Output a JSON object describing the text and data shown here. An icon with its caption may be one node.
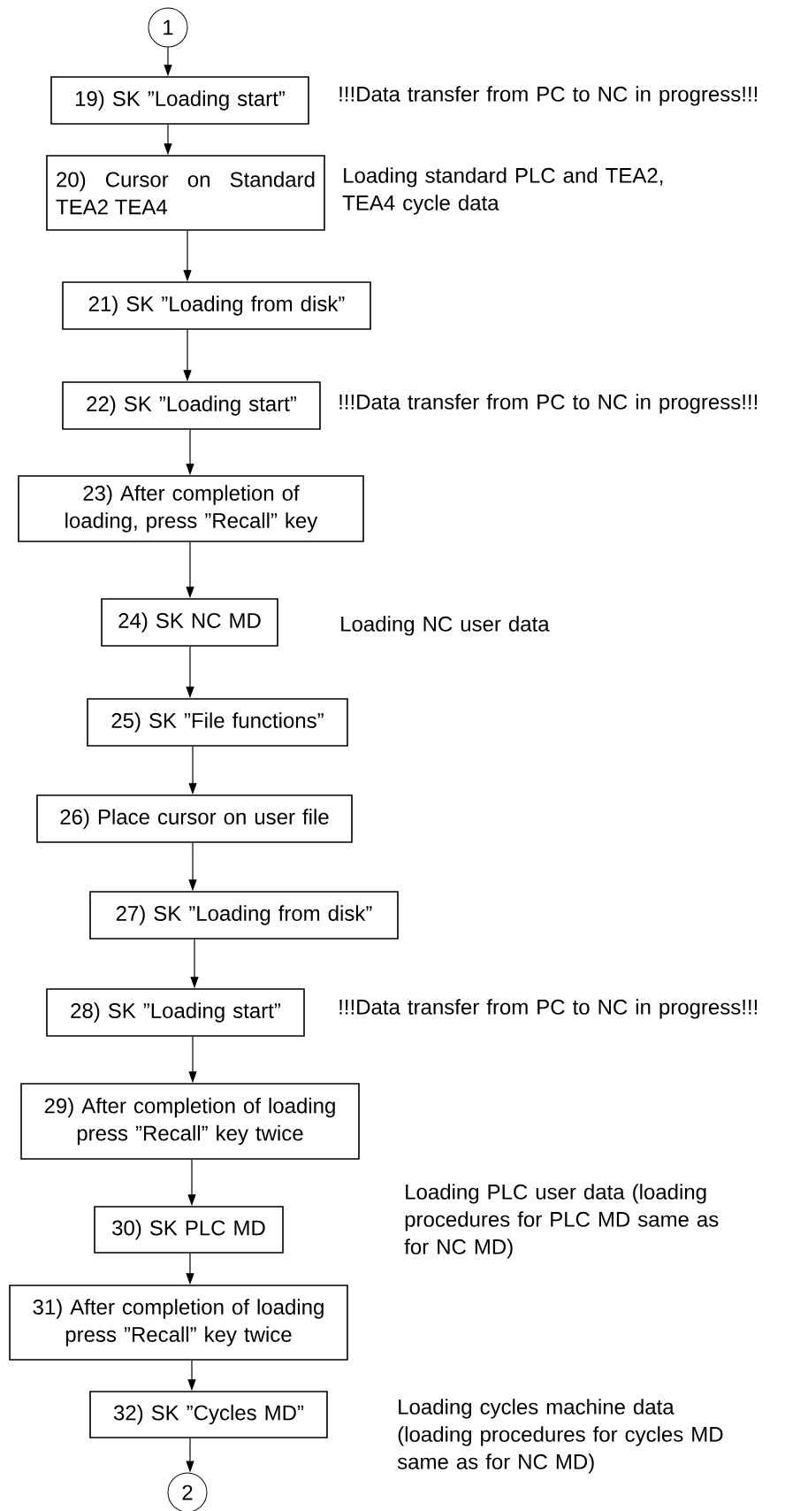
{
  "diagram": {
    "nodes": [
      {
        "text": [
          "1"
        ]
      },
      {
        "text": [
          "19) SK ”Loading start”"
        ],
        "beside": [
          "!!!Data transfer from PC to NC in progress!!!"
        ]
      },
      {
        "text": [
          "20) Cursor on Standard TEA2 TEA4"
        ],
        "beside": [
          "Loading standard PLC and TEA2, TEA4 cycle data"
        ]
      },
      {
        "text": [
          "21) SK ”Loading from disk”"
        ]
      },
      {
        "text": [
          "22) SK ”Loading start”"
        ],
        "beside": [
          "!!!Data transfer from PC to NC in progress!!!"
        ]
      },
      {
        "text": [
          "23) After completion of loading, press ”Recall” key"
        ]
      },
      {
        "text": [
          "24) SK NC MD"
        ]
      },
      {
        "text": [
          "25) SK ”File functions”"
        ]
      },
      {
        "text": [
          "26) Place cursor on user file"
        ]
      },
      {
        "text": [
          "27) SK ”Loading from disk”"
        ]
      },
      {
        "text": [
          "28) SK ”Loading start”"
        ],
        "beside": [
          "!!!Data transfer from PC to NC in progress!!!"
        ]
      },
      {
        "text": [
          "29) After completion of loading press ”Recall” key twice"
        ]
      },
      {
        "text": [
          "30) SK PLC MD"
        ]
      },
      {
        "text": [
          "31) After completion of loading press ”Recall” key twice"
        ]
      },
      {
        "text": [
          "32) SK ”Cycles MD”"
        ]
      },
      {
        "text": [
          "2"
        ]
      }
    ],
    "edges": [
      {
        "from": 0,
        "to": 1,
        "arrow": "to"
      },
      {
        "from": 1,
        "to": 2,
        "arrow": "to"
      },
      {
        "from": 2,
        "to": 3,
        "arrow": "to"
      },
      {
        "from": 3,
        "to": 4,
        "arrow": "to"
      },
      {
        "from": 4,
        "to": 5,
        "arrow": "to"
      },
      {
        "from": 5,
        "to": 6,
        "arrow": "to"
      },
      {
        "from": 6,
        "to": 7,
        "arrow": "to"
      },
      {
        "from": 7,
        "to": 8,
        "arrow": "to"
      },
      {
        "from": 8,
        "to": 9,
        "arrow": "to"
      },
      {
        "from": 9,
        "to": 10,
        "arrow": "to"
      },
      {
        "from": 10,
        "to": 11,
        "arrow": "to"
      },
      {
        "from": 11,
        "to": 12,
        "arrow": "to"
      },
      {
        "from": 12,
        "to": 13,
        "arrow": "to"
      },
      {
        "from": 13,
        "to": 14,
        "arrow": "to"
      },
      {
        "from": 14,
        "to": 15,
        "arrow": "to"
      }
    ],
    "labels": [
      "Loading NC user data",
      "Loading PLC user data (loading procedures for PLC MD same as for NC MD)",
      "Loading cycles machine data (loading procedures for cycles MD same as for NC MD)"
    ]
  }
}
